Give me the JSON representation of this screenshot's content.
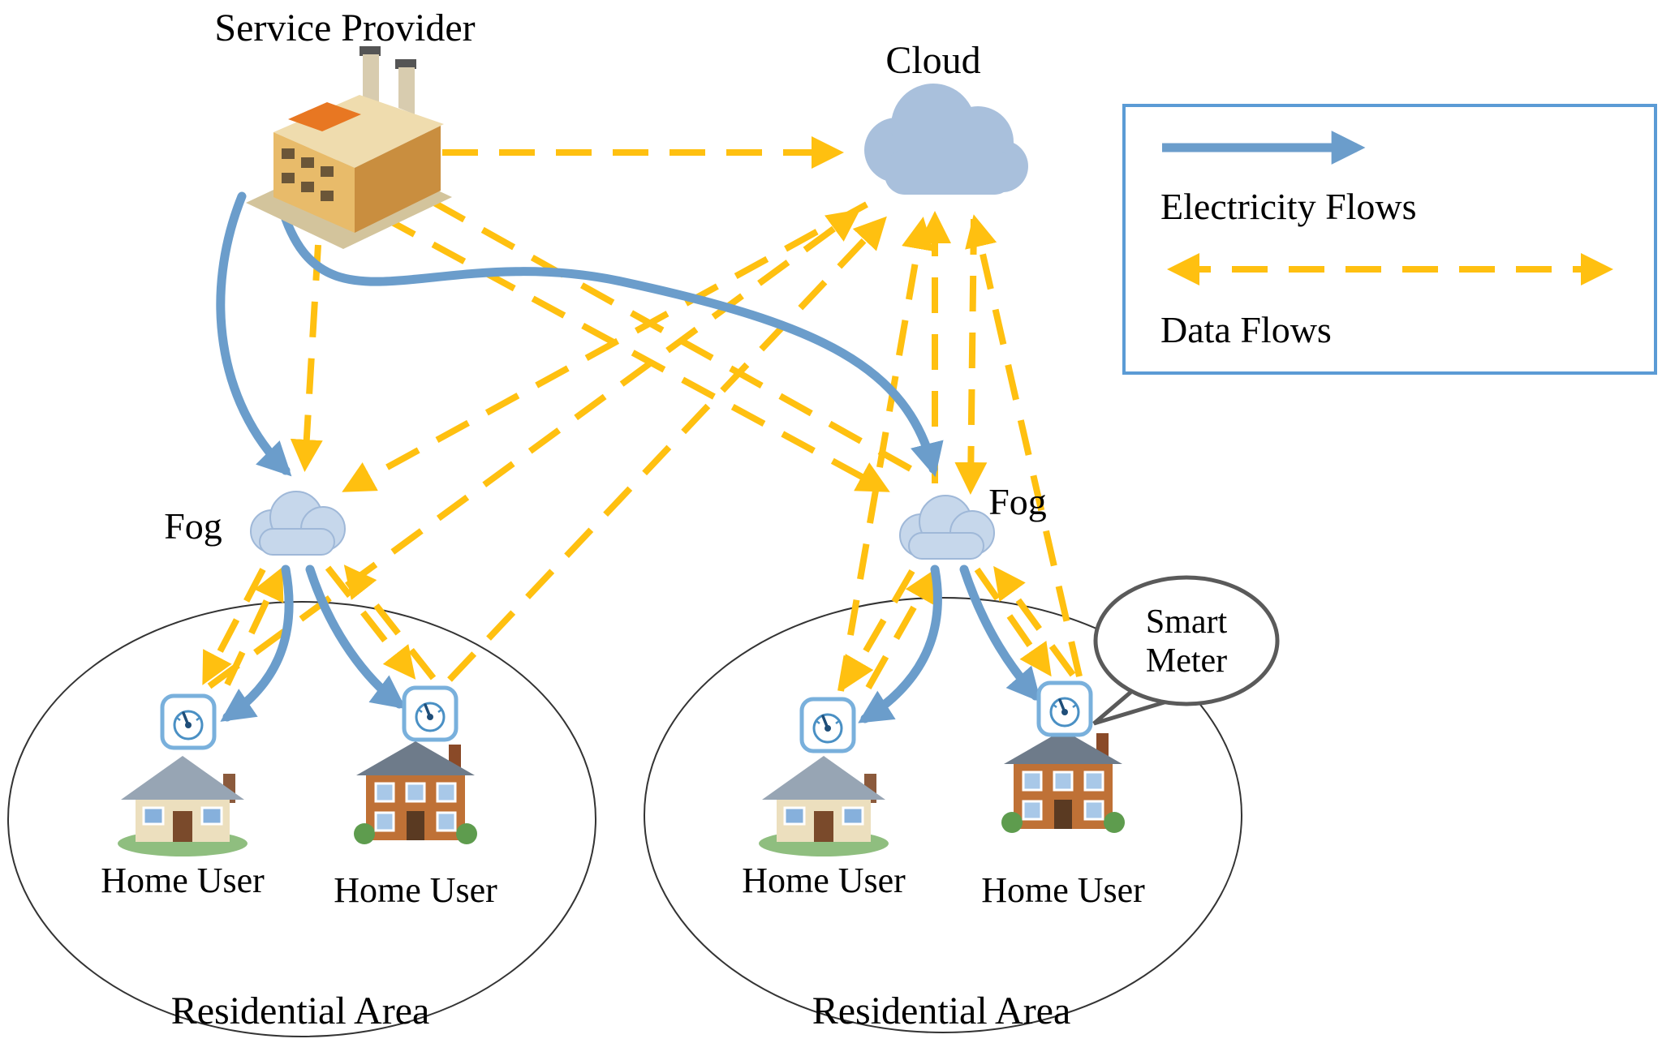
{
  "nodes": {
    "service_provider": "Service Provider",
    "cloud": "Cloud",
    "fog": [
      "Fog",
      "Fog"
    ],
    "home_users": [
      "Home User",
      "Home User",
      "Home User",
      "Home User"
    ],
    "residential_areas": [
      "Residential Area",
      "Residential Area"
    ],
    "smart_meter_callout": {
      "line1": "Smart",
      "line2": "Meter"
    }
  },
  "legend": {
    "electricity_label": "Electricity Flows",
    "data_label": "Data Flows"
  },
  "colors": {
    "electricity_flow": "#6b9dcb",
    "data_flow": "#ffc010",
    "cloud_fill": "#a9c0dc",
    "fog_fill": "#c6d7eb",
    "legend_border": "#5b9bd5",
    "callout_border": "#5a5a5a",
    "meter_border": "#79b0dc"
  },
  "flows": {
    "electricity": [
      {
        "from": "service-provider",
        "to": "fog-left"
      },
      {
        "from": "service-provider",
        "to": "fog-right"
      },
      {
        "from": "fog-left",
        "to": "smart-meter-1"
      },
      {
        "from": "fog-left",
        "to": "smart-meter-2"
      },
      {
        "from": "fog-right",
        "to": "smart-meter-3"
      },
      {
        "from": "fog-right",
        "to": "smart-meter-4"
      }
    ],
    "data": [
      {
        "from": "service-provider",
        "to": "cloud"
      },
      {
        "from": "service-provider",
        "to": "fog-left"
      },
      {
        "from": "service-provider",
        "to": "fog-right"
      },
      {
        "from": "fog-right",
        "to": "service-provider"
      },
      {
        "from": "cloud",
        "to": "fog-left"
      },
      {
        "from": "fog-right",
        "to": "cloud"
      },
      {
        "from": "cloud",
        "to": "fog-right"
      },
      {
        "from": "smart-meter-1",
        "to": "cloud"
      },
      {
        "from": "smart-meter-2",
        "to": "cloud"
      },
      {
        "from": "smart-meter-3",
        "to": "cloud"
      },
      {
        "from": "smart-meter-4",
        "to": "cloud"
      },
      {
        "from": "fog-left",
        "to": "smart-meter-1"
      },
      {
        "from": "smart-meter-1",
        "to": "fog-left"
      },
      {
        "from": "fog-left",
        "to": "smart-meter-2"
      },
      {
        "from": "smart-meter-2",
        "to": "fog-left"
      },
      {
        "from": "fog-right",
        "to": "smart-meter-3"
      },
      {
        "from": "smart-meter-3",
        "to": "fog-right"
      },
      {
        "from": "fog-right",
        "to": "smart-meter-4"
      },
      {
        "from": "smart-meter-4",
        "to": "fog-right"
      }
    ]
  }
}
